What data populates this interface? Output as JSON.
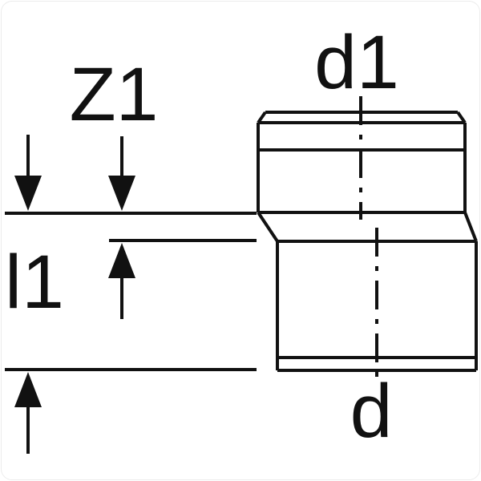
{
  "diagram": {
    "labels": {
      "z1": "Z1",
      "d1": "d1",
      "l1": "l1",
      "d": "d"
    },
    "colors": {
      "line": "#111111",
      "background": "#ffffff"
    }
  }
}
